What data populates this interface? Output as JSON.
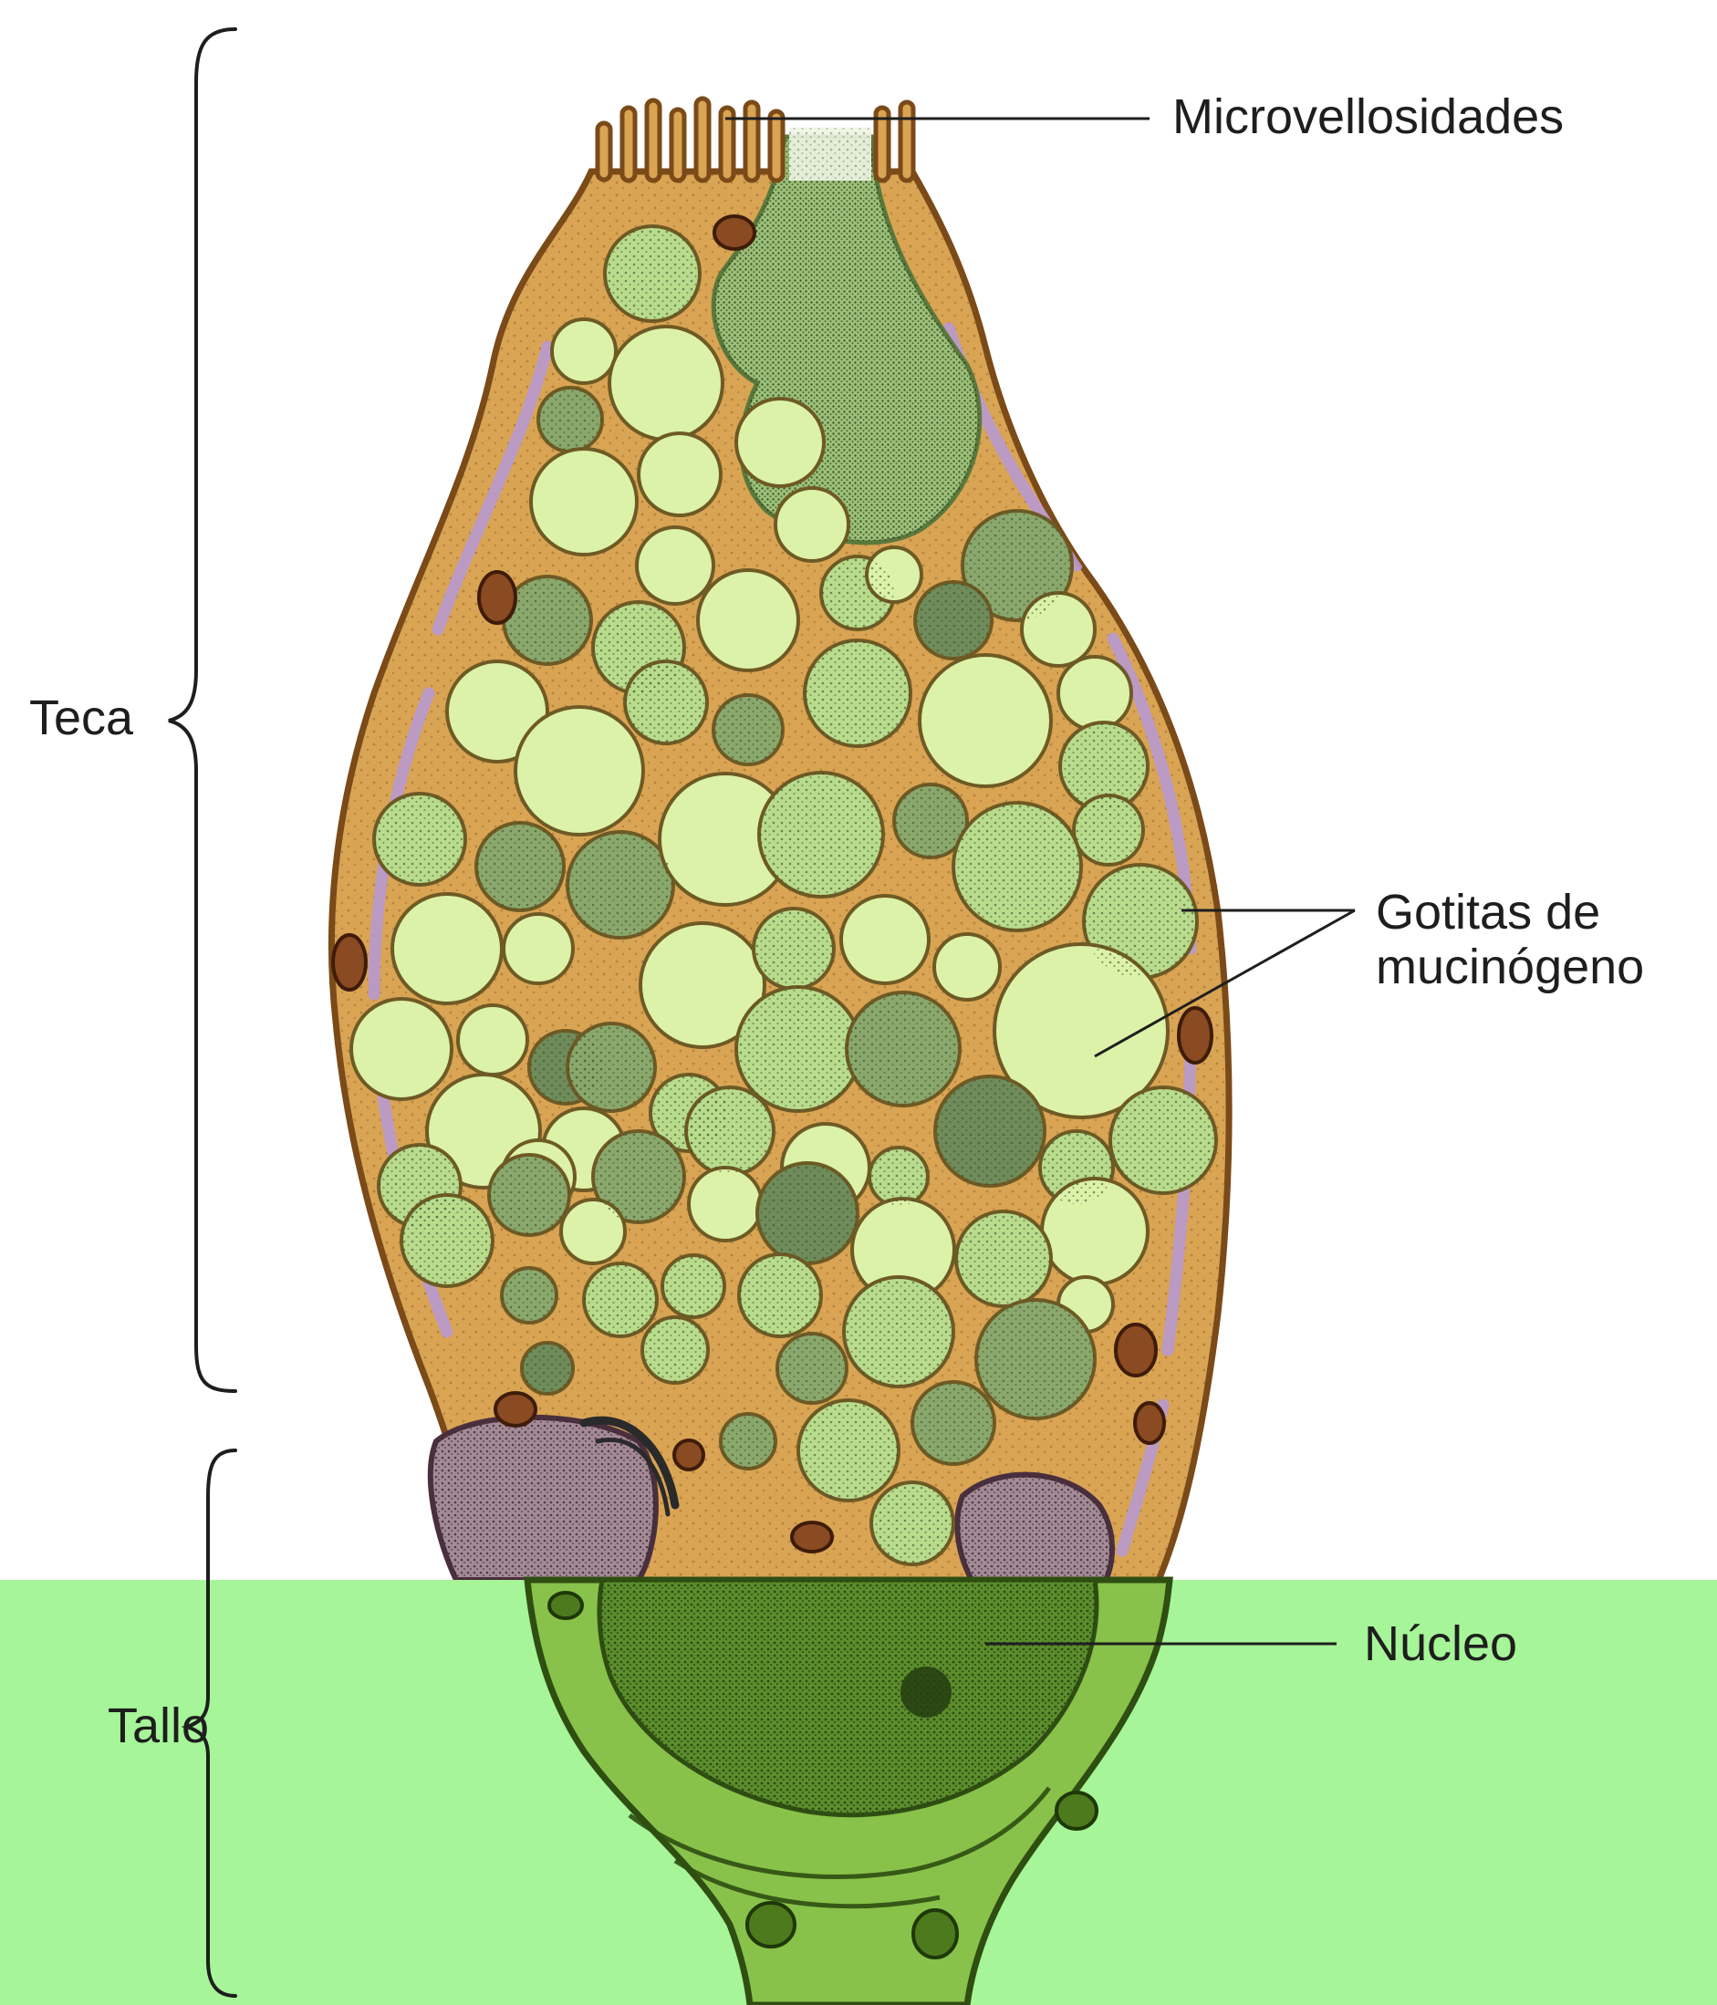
{
  "labels": {
    "microvilli": "Microvellosidades",
    "theca": "Teca",
    "droplets_line1": "Gotitas de",
    "droplets_line2": "mucinógeno",
    "nucleus": "Núcleo",
    "stem": "Tallo"
  },
  "colors": {
    "background": "#ffffff",
    "green_band": "#a6f598",
    "cytoplasm": "#d9a453",
    "cytoplasm_edge": "#7a4a18",
    "droplet_light": "#dcf2a8",
    "droplet_mid": "#b8dc8c",
    "droplet_dark": "#8aa86c",
    "droplet_stippled": "#6f8c5a",
    "membrane_purple": "#b79ad0",
    "nucleus_purple": "#a48a96",
    "mitochondria": "#8a4a22",
    "stem_cytoplasm": "#88c24a",
    "stem_nucleus": "#5b8d2c",
    "line": "#222222"
  }
}
